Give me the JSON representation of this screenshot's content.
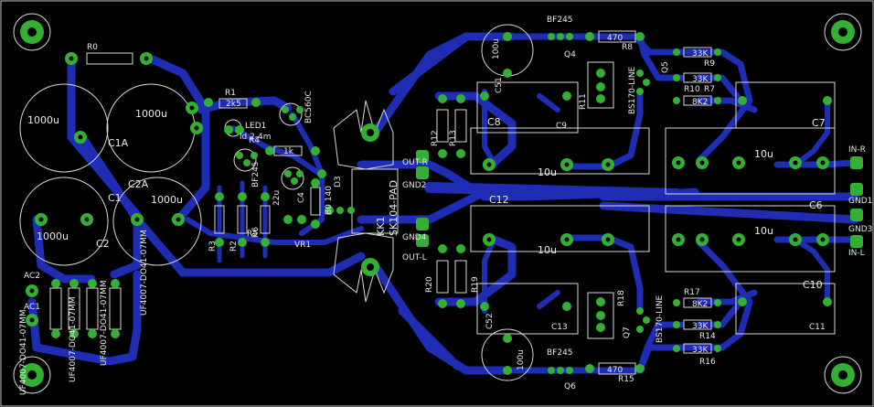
{
  "board": {
    "background": "#000000",
    "trace_color": "#1e2db4",
    "pad_color": "#33b033",
    "silk_color": "#d8d8d8",
    "outline_color": "#c8c8c8"
  },
  "labels": {
    "R0": "R0",
    "R1": "R1",
    "R1v": "2k5",
    "LED1": "LED1",
    "LEDsub": "ld 2-4m",
    "R4": "R4",
    "BC560C": "BC560C",
    "R4v": "1k",
    "C1A": "C1A",
    "C2A": "C2A",
    "C1": "C1",
    "C2": "C2",
    "c1000a": "1000u",
    "c1000b": "1000u",
    "c1000c": "1000u",
    "c1000d": "1000u",
    "BF245a": "BF245",
    "BF245b": "BF245",
    "BF245c": "BF245",
    "R2": "R2",
    "R3": "R3",
    "R5": "R5",
    "R6": "R6",
    "VR1": "VR1",
    "Z22": "22u",
    "C4": "C4",
    "D3": "D3",
    "B0": "B0 140",
    "KK1": "KK1",
    "SK104": "SK104-PAD",
    "OUTR": "OUT-R",
    "OUTL": "OUT-L",
    "GND2": "GND2",
    "GND4": "GND4",
    "C12": "C12",
    "C8": "C8",
    "C9": "C9",
    "C7": "C7",
    "C6": "C6",
    "C10": "C10",
    "C11": "C11",
    "C13": "C13",
    "C51": "C51",
    "C52": "C52",
    "u10a": "10u",
    "u10b": "10u",
    "u10c": "10u",
    "u10d": "10u",
    "u100a": "100u",
    "u100b": "100u",
    "R8": "R8",
    "R8v": "470",
    "R15": "R15",
    "R15v": "470",
    "Q4": "Q4",
    "Q5": "Q5",
    "Q6": "Q6",
    "Q7": "Q7",
    "R11": "R11",
    "R18": "R18",
    "BS170a": "BS170-LINE",
    "BS170b": "BS170-LINE",
    "R9": "R9",
    "R7": "R7",
    "R10": "R10",
    "R14": "R14",
    "R16": "R16",
    "R17": "R17",
    "r33ka": "33K",
    "r33kb": "33K",
    "r33kc": "33K",
    "r33kd": "33K",
    "r8ka": "8K2",
    "r8kb": "8K2",
    "R12": "R12",
    "R13": "R13",
    "R19": "R19",
    "R20": "R20",
    "INR": "IN-R",
    "INL": "IN-L",
    "GND1": "GND1",
    "GND3": "GND3",
    "AC1": "AC1",
    "AC2": "AC2",
    "D1": "UF4007-DO41-07MM",
    "D2": "UF4007-DO41-07MM",
    "D3b": "UF4007-DO41-07MM",
    "D4": "UF4007-DO41-07MM"
  }
}
